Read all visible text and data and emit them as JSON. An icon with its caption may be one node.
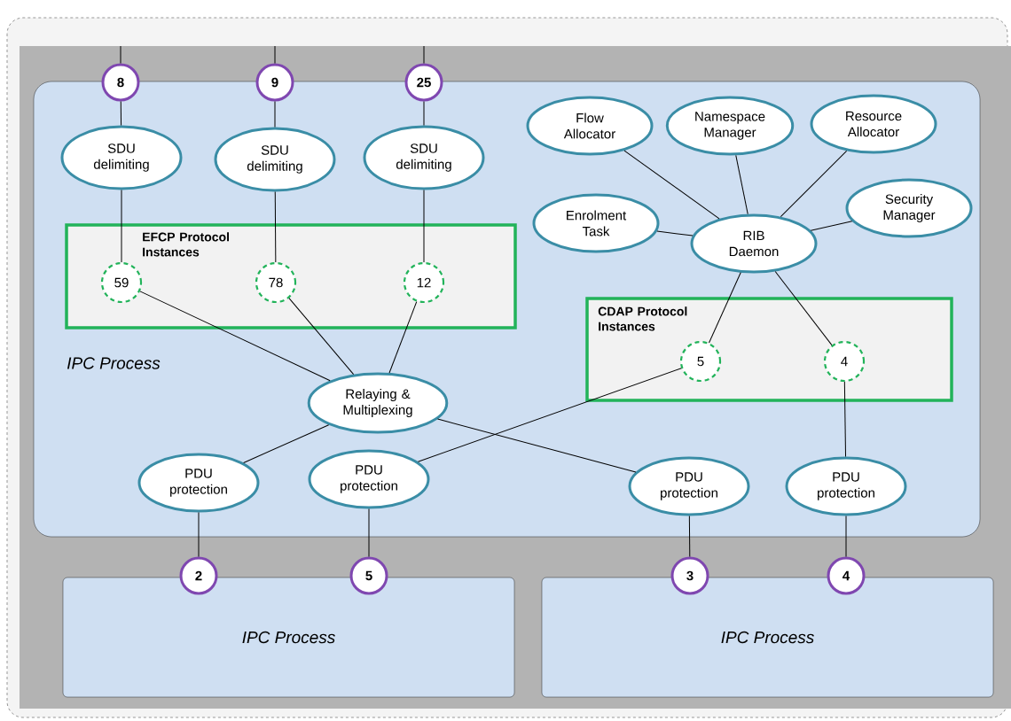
{
  "diagram": {
    "nodes": [
      {
        "text": [
          "IPC Process"
        ]
      },
      {
        "text": [
          "8"
        ]
      },
      {
        "text": [
          "9"
        ]
      },
      {
        "text": [
          "25"
        ]
      },
      {
        "text": [
          "SDU delimiting"
        ],
        "in": 0
      },
      {
        "text": [
          "SDU delimiting"
        ],
        "in": 0
      },
      {
        "text": [
          "SDU delimiting"
        ],
        "in": 0
      },
      {
        "text": [
          "EFCP Protocol Instances"
        ],
        "in": 0
      },
      {
        "text": [
          "59"
        ],
        "in": 7
      },
      {
        "text": [
          "78"
        ],
        "in": 7
      },
      {
        "text": [
          "12"
        ],
        "in": 7
      },
      {
        "text": [
          "Flow Allocator"
        ],
        "in": 0
      },
      {
        "text": [
          "Namespace Manager"
        ],
        "in": 0
      },
      {
        "text": [
          "Resource Allocator"
        ],
        "in": 0
      },
      {
        "text": [
          "Enrolment Task"
        ],
        "in": 0
      },
      {
        "text": [
          "RIB Daemon"
        ],
        "in": 0
      },
      {
        "text": [
          "Security Manager"
        ],
        "in": 0
      },
      {
        "text": [
          "CDAP Protocol Instances"
        ],
        "in": 0
      },
      {
        "text": [
          "5"
        ],
        "in": 17
      },
      {
        "text": [
          "4"
        ],
        "in": 17
      },
      {
        "text": [
          "Relaying & Multiplexing"
        ],
        "in": 0
      },
      {
        "text": [
          "PDU protection"
        ],
        "in": 0
      },
      {
        "text": [
          "PDU protection"
        ],
        "in": 0
      },
      {
        "text": [
          "PDU protection"
        ],
        "in": 0
      },
      {
        "text": [
          "PDU protection"
        ],
        "in": 0
      },
      {
        "text": [
          "2"
        ]
      },
      {
        "text": [
          "5"
        ]
      },
      {
        "text": [
          "3"
        ]
      },
      {
        "text": [
          "4"
        ]
      },
      {
        "text": [
          "IPC Process"
        ]
      },
      {
        "text": [
          "IPC Process"
        ]
      }
    ],
    "edges": [
      {
        "from": null,
        "to": 1,
        "arrow": "none"
      },
      {
        "from": null,
        "to": 2,
        "arrow": "none"
      },
      {
        "from": null,
        "to": 3,
        "arrow": "none"
      },
      {
        "from": 1,
        "to": 4,
        "arrow": "none"
      },
      {
        "from": 2,
        "to": 5,
        "arrow": "none"
      },
      {
        "from": 3,
        "to": 6,
        "arrow": "none"
      },
      {
        "from": 4,
        "to": 8,
        "arrow": "none"
      },
      {
        "from": 5,
        "to": 9,
        "arrow": "none"
      },
      {
        "from": 6,
        "to": 10,
        "arrow": "none"
      },
      {
        "from": 8,
        "to": 20,
        "arrow": "none"
      },
      {
        "from": 9,
        "to": 20,
        "arrow": "none"
      },
      {
        "from": 10,
        "to": 20,
        "arrow": "none"
      },
      {
        "from": 11,
        "to": 15,
        "arrow": "none"
      },
      {
        "from": 12,
        "to": 15,
        "arrow": "none"
      },
      {
        "from": 13,
        "to": 15,
        "arrow": "none"
      },
      {
        "from": 14,
        "to": 15,
        "arrow": "none"
      },
      {
        "from": 16,
        "to": 15,
        "arrow": "none"
      },
      {
        "from": 15,
        "to": 18,
        "arrow": "none"
      },
      {
        "from": 15,
        "to": 19,
        "arrow": "none"
      },
      {
        "from": 20,
        "to": 21,
        "arrow": "none"
      },
      {
        "from": 20,
        "to": 23,
        "arrow": "none"
      },
      {
        "from": 18,
        "to": 22,
        "arrow": "none"
      },
      {
        "from": 19,
        "to": 24,
        "arrow": "none"
      },
      {
        "from": 21,
        "to": 25,
        "arrow": "none"
      },
      {
        "from": 22,
        "to": 26,
        "arrow": "none"
      },
      {
        "from": 23,
        "to": 27,
        "arrow": "none"
      },
      {
        "from": 24,
        "to": 28,
        "arrow": "none"
      }
    ]
  }
}
